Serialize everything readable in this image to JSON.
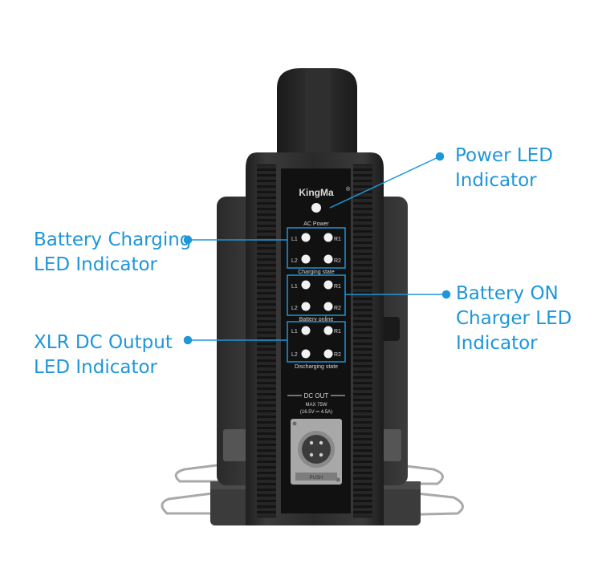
{
  "brand": "KingMa",
  "brand_mark": "®",
  "panel": {
    "ac_power": "AC Power",
    "groups": [
      {
        "name": "Charging state",
        "left_top": "L1",
        "right_top": "R1",
        "left_bottom": "L2",
        "right_bottom": "R2"
      },
      {
        "name": "Battery online",
        "left_top": "L1",
        "right_top": "R1",
        "left_bottom": "L2",
        "right_bottom": "R2"
      },
      {
        "name": "Discharging state",
        "left_top": "L1",
        "right_top": "R1",
        "left_bottom": "L2",
        "right_bottom": "R2"
      }
    ],
    "dc_out": {
      "title": "DC OUT",
      "max": "MAX 75W",
      "spec": "(16.5V ⎓ 4.5A)",
      "plug_label": "PUSH"
    }
  },
  "callouts": {
    "power_led": [
      "Power LED",
      "Indicator"
    ],
    "battery_charging": [
      "Battery Charging",
      "LED Indicator"
    ],
    "battery_on_charger": [
      "Battery ON",
      "Charger LED",
      "Indicator"
    ],
    "xlr_dc_output": [
      "XLR DC Output",
      "LED Indicator"
    ]
  },
  "colors": {
    "accent": "#1e96d8",
    "body": "#2c2c2c",
    "panel": "#151515",
    "led": "#f2f2f2"
  }
}
